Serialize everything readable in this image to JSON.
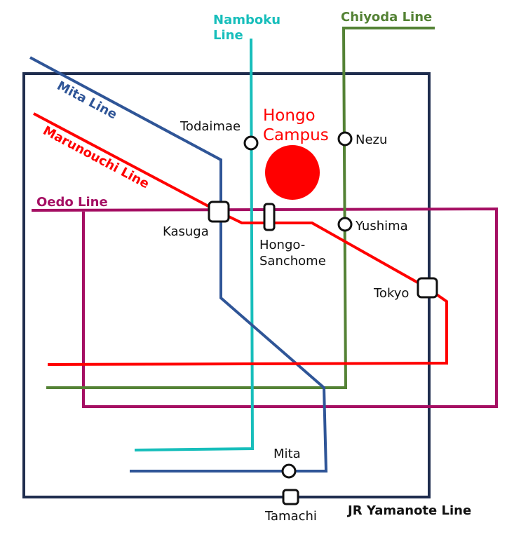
{
  "lines": {
    "yamanote": {
      "label": "JR Yamanote Line",
      "color": "#1f2d4e"
    },
    "mita": {
      "label": "Mita Line",
      "color": "#2f5597"
    },
    "marunouchi": {
      "label": "Marunouchi Line",
      "color": "#ff0000"
    },
    "oedo": {
      "label": "Oedo Line",
      "color": "#a50f63"
    },
    "namboku": {
      "label_1": "Namboku",
      "label_2": "Line",
      "color": "#17bebb"
    },
    "chiyoda": {
      "label": "Chiyoda Line",
      "color": "#548235"
    }
  },
  "landmark": {
    "label_1": "Hongo",
    "label_2": "Campus",
    "color": "#ff0000"
  },
  "stations": {
    "todaimae": "Todaimae",
    "nezu": "Nezu",
    "yushima": "Yushima",
    "kasuga": "Kasuga",
    "hongo_sanchome_1": "Hongo-",
    "hongo_sanchome_2": "Sanchome",
    "tokyo": "Tokyo",
    "mita": "Mita",
    "tamachi": "Tamachi"
  }
}
